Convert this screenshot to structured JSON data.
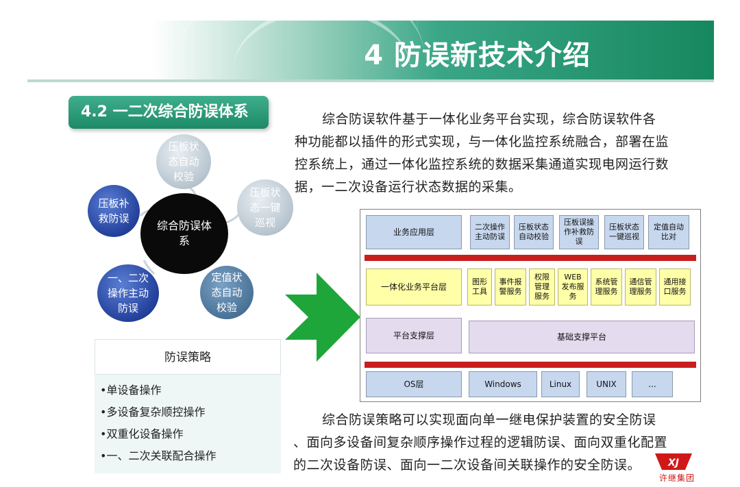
{
  "header": {
    "title": "4 防误新技术介绍"
  },
  "section": {
    "badge": "4.2 一二次综合防误体系"
  },
  "intro_paragraph": {
    "lines": [
      "综合防误软件基于一体化业务平台实现，综合防误软件各",
      "种功能都以插件的形式实现，与一体化监控系统融合，部署在监",
      "控系统上，通过一体化监控系统的数据采集通道实现电网运行数",
      "据，一二次设备运行状态数据的采集。"
    ]
  },
  "cycle": {
    "center": [
      "综合防误体",
      "系"
    ],
    "top": [
      "压板状",
      "态自动",
      "校验"
    ],
    "right": [
      "压板状",
      "态一键",
      "巡视"
    ],
    "bottom_right": [
      "定值状",
      "态自动",
      "校验"
    ],
    "bottom_left": [
      "一、二次",
      "操作主动",
      "防误"
    ],
    "left": [
      "压板补",
      "救防误"
    ]
  },
  "strategy": {
    "title": "防误策略",
    "items": [
      "•单设备操作",
      "•多设备复杂顺控操作",
      "•双重化设备操作",
      "•一、二次关联配合操作"
    ]
  },
  "architecture": {
    "app_layer": "业务应用层",
    "app_modules": [
      [
        "二次操作",
        "主动防误"
      ],
      [
        "压板状态",
        "自动校验"
      ],
      [
        "压板误操",
        "作补救防",
        "误"
      ],
      [
        "压板状态",
        "一键巡视"
      ],
      [
        "定值自动",
        "比对"
      ]
    ],
    "platform_layer": "一体化业务平台层",
    "platform_modules": [
      [
        "图形",
        "工具"
      ],
      [
        "事件报",
        "警服务"
      ],
      [
        "权限",
        "管理",
        "服务"
      ],
      [
        "WEB",
        "发布服",
        "务"
      ],
      [
        "系统管",
        "理服务"
      ],
      [
        "通信管",
        "理服务"
      ],
      [
        "通用接",
        "口服务"
      ]
    ],
    "support_layer": "平台支撑层",
    "support_platform": "基础支撑平台",
    "os_layer": "OS层",
    "os_items": [
      "Windows",
      "Linux",
      "UNIX",
      "..."
    ]
  },
  "closing_paragraph": {
    "lines": [
      "综合防误策略可以实现面向单一继电保护装置的安全防误",
      "、面向多设备间复杂顺序操作过程的逻辑防误、面向双重化配置",
      "的二次设备防误、面向一二次设备间关联操作的安全防误。"
    ]
  },
  "logo": {
    "mark": "XJ",
    "text": "许继集团"
  },
  "colors": {
    "header_green": "#16885f",
    "badge_green": "#1d8a66",
    "arrow_green": "#1ea63a",
    "red_bar": "#c81e1e"
  }
}
